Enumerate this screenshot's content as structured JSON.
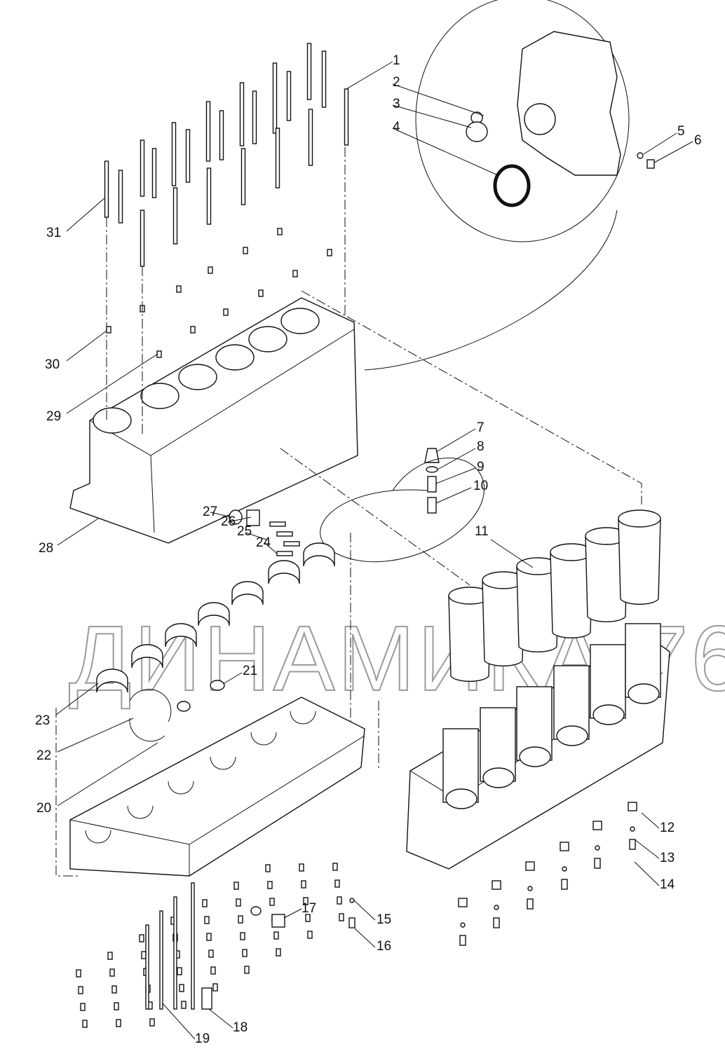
{
  "diagram": {
    "watermark": "ДИНАМИКА 76",
    "callouts": [
      "1",
      "2",
      "3",
      "4",
      "5",
      "6",
      "7",
      "8",
      "9",
      "10",
      "11",
      "12",
      "13",
      "14",
      "15",
      "16",
      "17",
      "18",
      "19",
      "20",
      "21",
      "22",
      "23",
      "24",
      "25",
      "26",
      "27",
      "28",
      "29",
      "30",
      "31"
    ]
  }
}
